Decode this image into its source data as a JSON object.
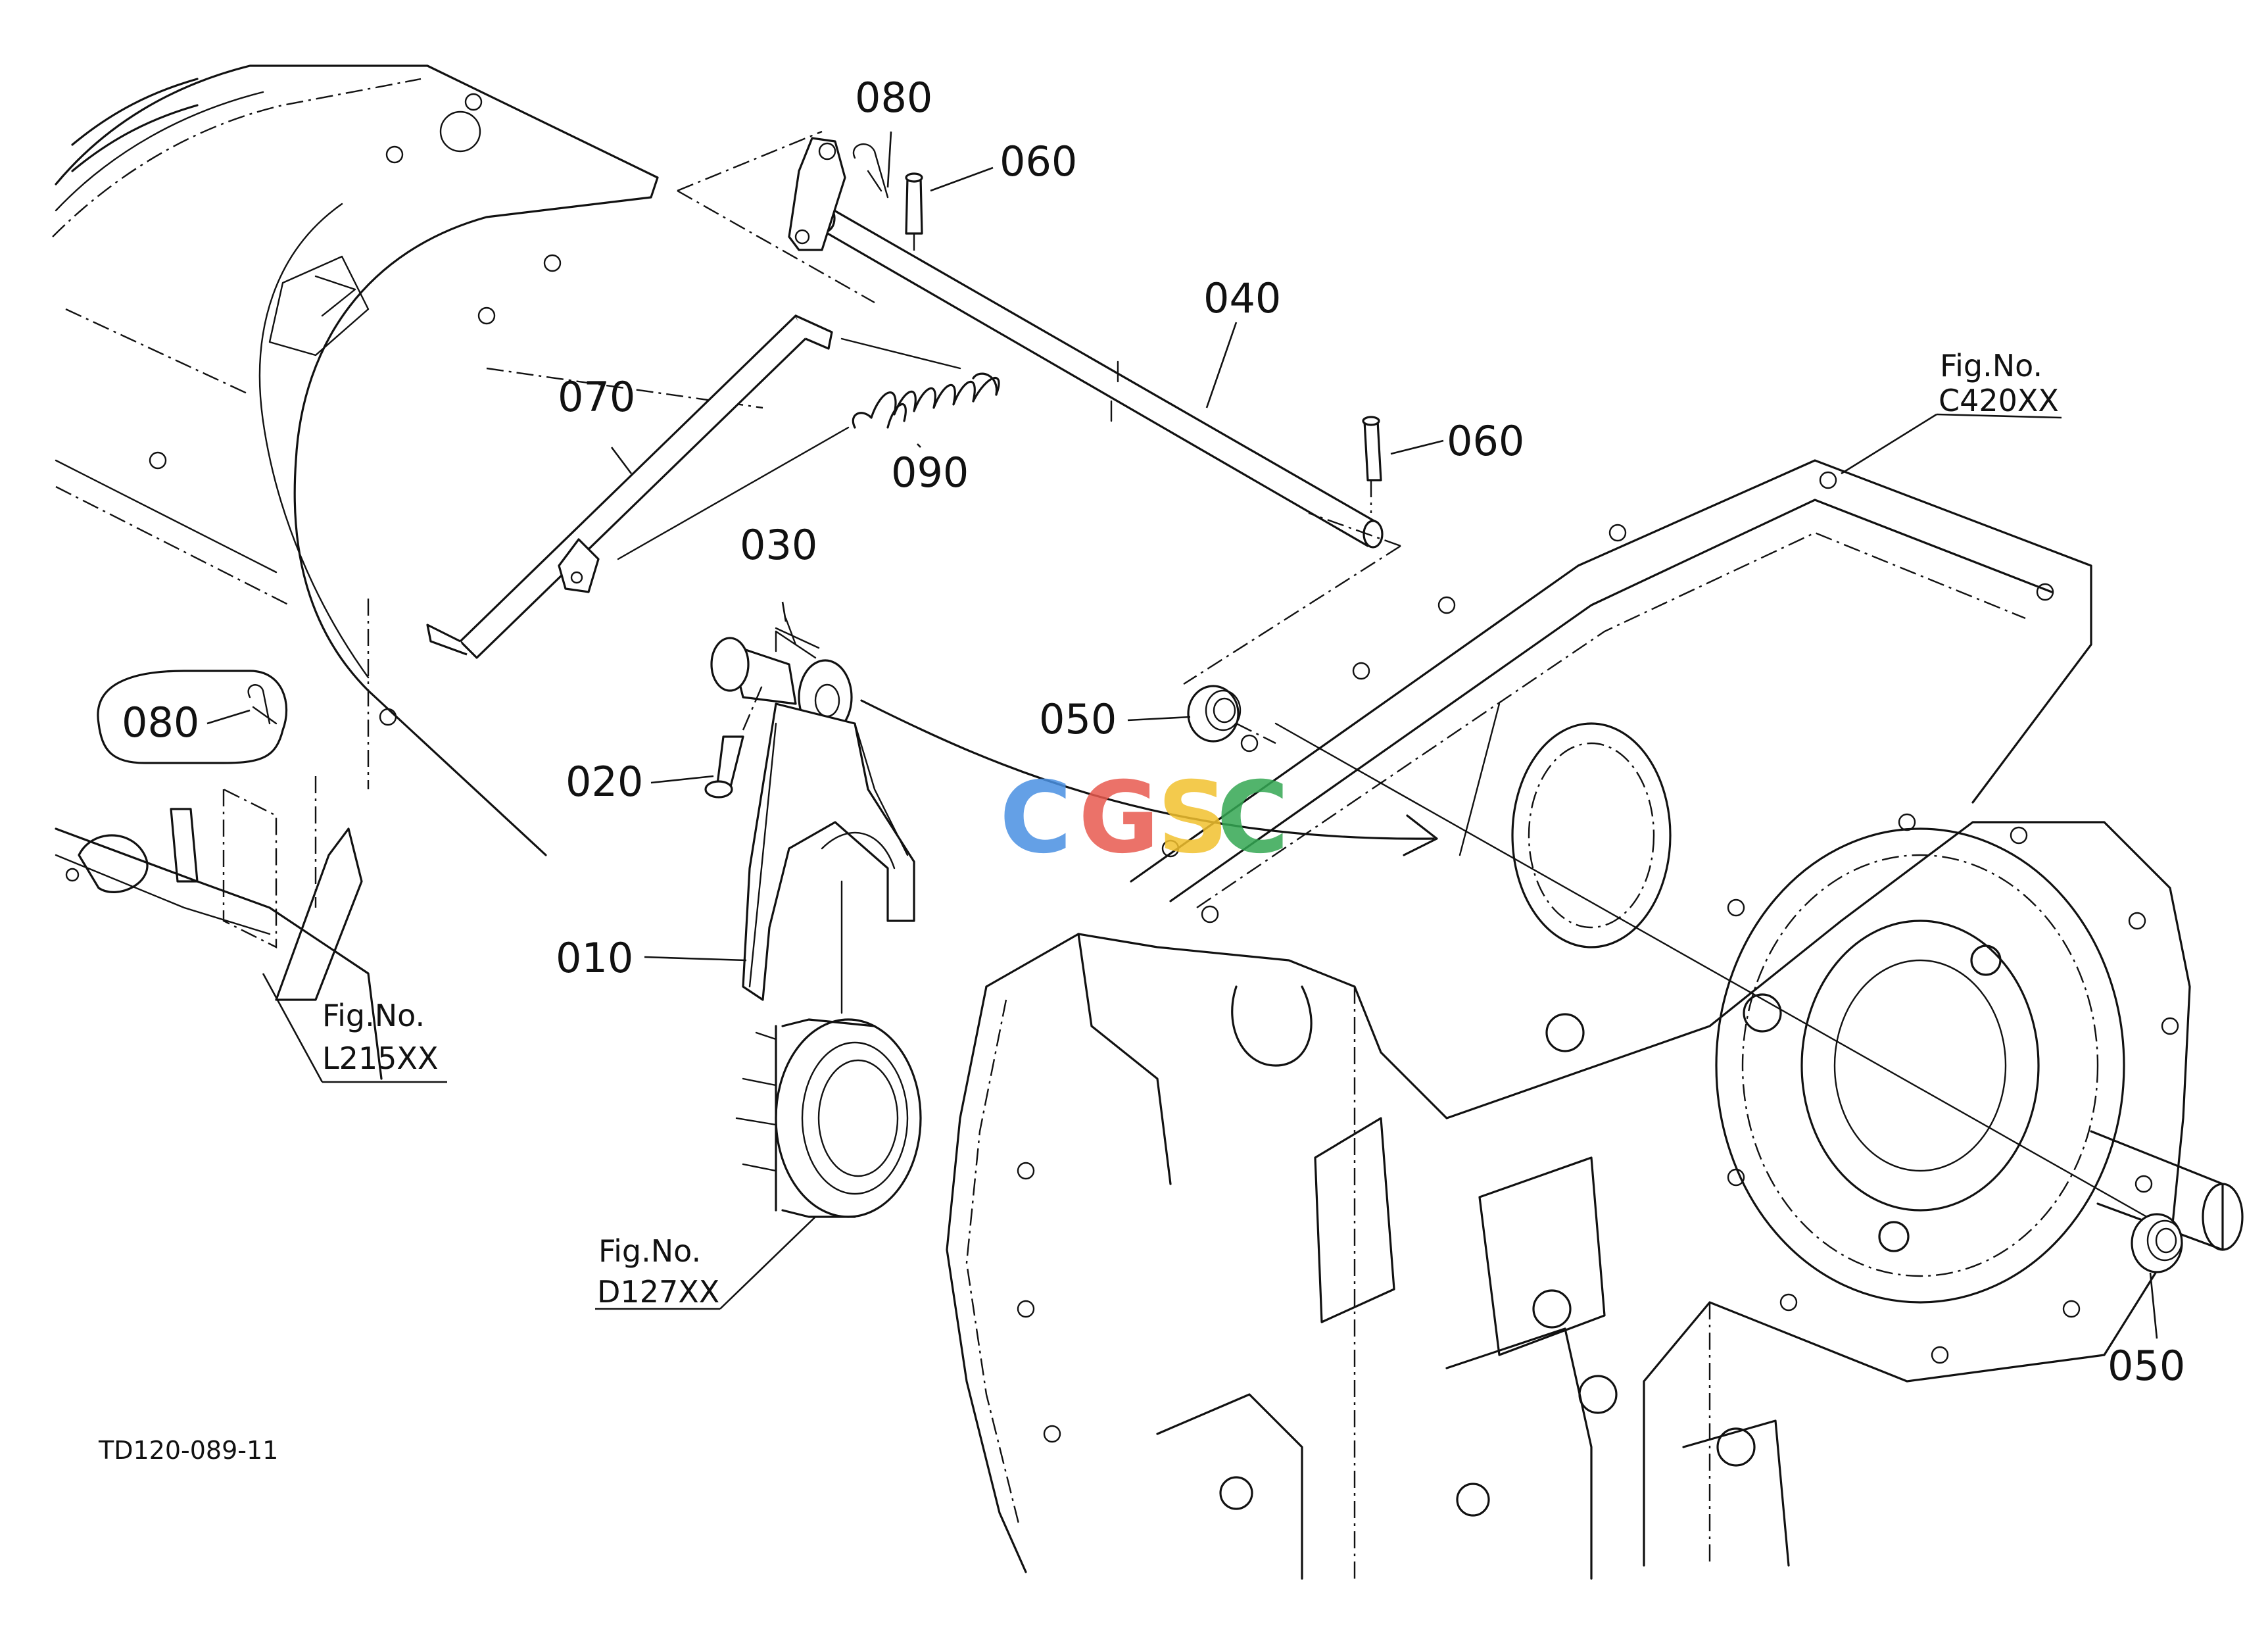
{
  "callouts": {
    "c080_top": "080",
    "c060_top": "060",
    "c040": "040",
    "c060_right": "060",
    "c070": "070",
    "c090": "090",
    "c030": "030",
    "c080_left": "080",
    "c050_center": "050",
    "c020": "020",
    "c010": "010",
    "c050_right": "050"
  },
  "figure_refs": {
    "c420": {
      "label": "Fig.No.",
      "code": "C420XX"
    },
    "l215": {
      "label": "Fig.No.",
      "code": "L215XX"
    },
    "d127": {
      "label": "Fig.No.",
      "code": "D127XX"
    }
  },
  "drawing_code": "TD120-089-11",
  "watermark": {
    "letters": [
      "C",
      "G",
      "S",
      "C"
    ],
    "colors": [
      "#4a90e2",
      "#e85a4f",
      "#f2c12e",
      "#34a853"
    ]
  }
}
